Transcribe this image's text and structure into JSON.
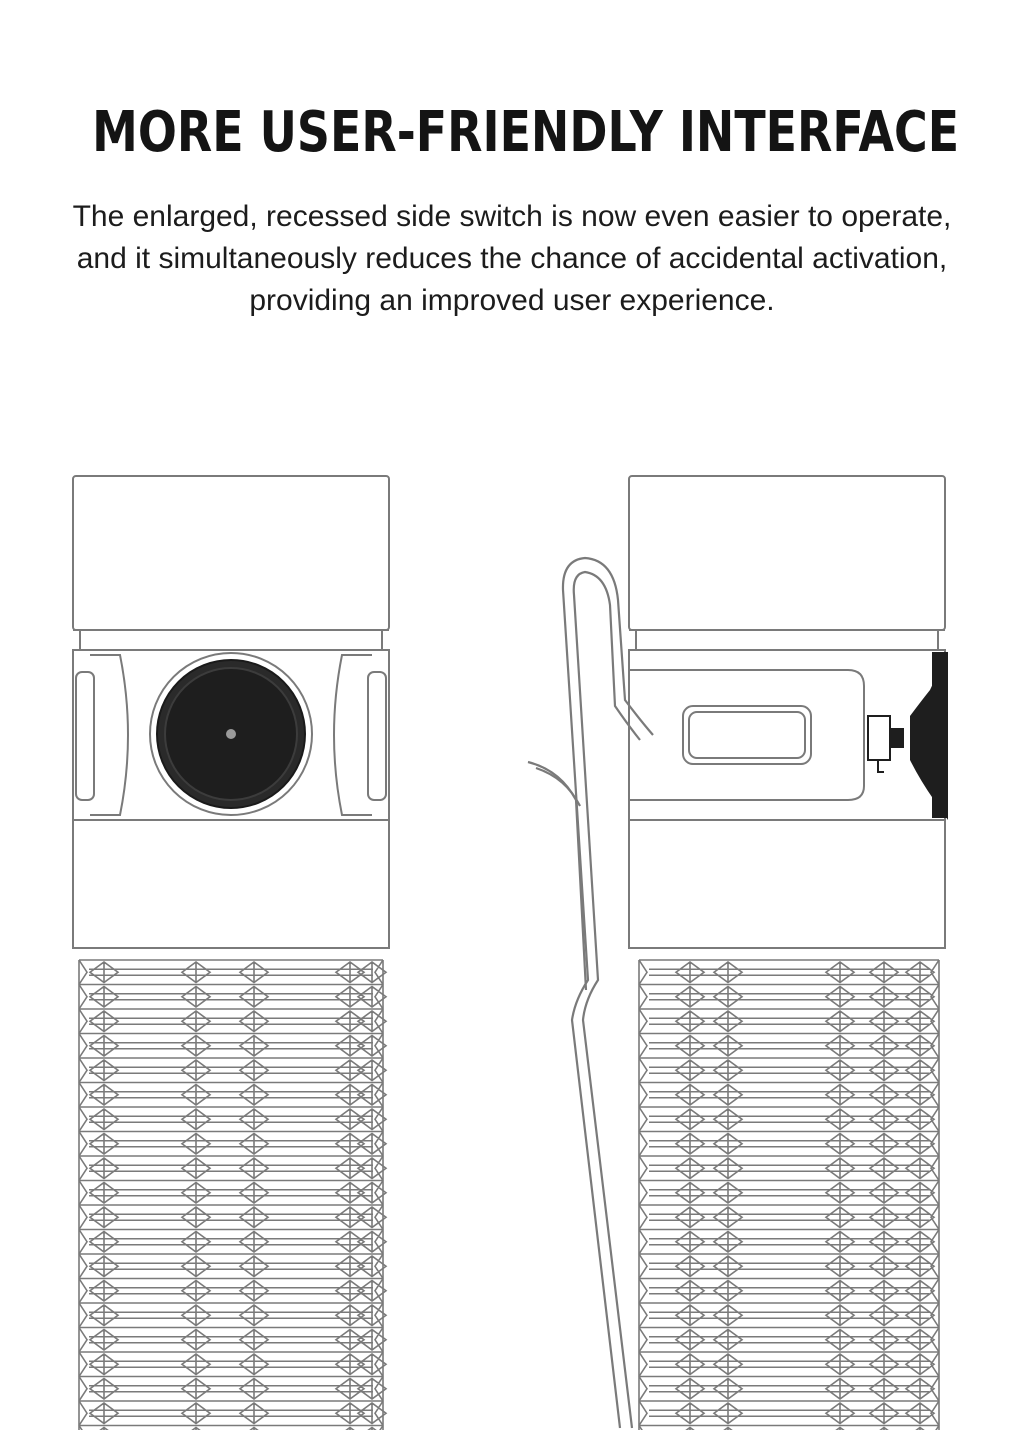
{
  "heading": "MORE USER-FRIENDLY INTERFACE",
  "description": {
    "line1": "The enlarged, recessed side switch is now even easier to operate,",
    "line2": "and it simultaneously reduces the chance of accidental activation,",
    "line3": "providing an improved user experience."
  },
  "colors": {
    "background": "#ffffff",
    "outline": "#7a7a7a",
    "switch": "#1e1e1e",
    "text": "#141414"
  }
}
